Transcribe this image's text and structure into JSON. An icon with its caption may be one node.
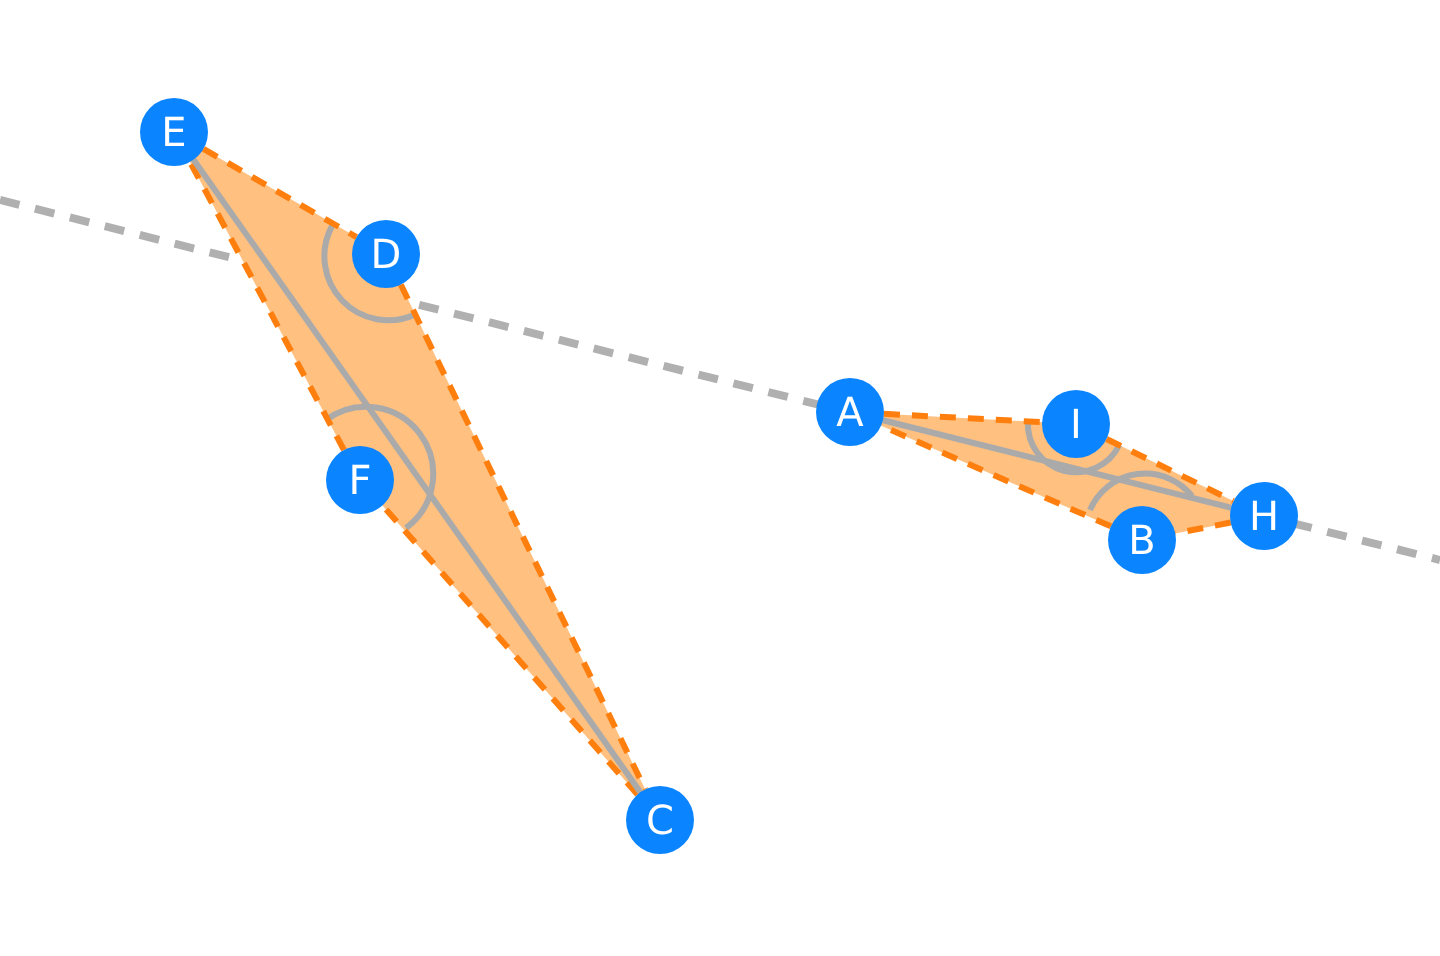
{
  "diagram": {
    "nodes": [
      {
        "text": [
          "E"
        ]
      },
      {
        "text": [
          "D"
        ]
      },
      {
        "text": [
          "A"
        ]
      },
      {
        "text": [
          "I"
        ]
      },
      {
        "text": [
          "F"
        ]
      },
      {
        "text": [
          "B"
        ]
      },
      {
        "text": [
          "H"
        ]
      },
      {
        "text": [
          "C"
        ]
      }
    ],
    "edges": [
      {
        "from": 0,
        "to": 1,
        "arrow": "none",
        "style": "dashed"
      },
      {
        "from": 1,
        "to": 7,
        "arrow": "none",
        "style": "dashed"
      },
      {
        "from": 7,
        "to": 4,
        "arrow": "none",
        "style": "dashed"
      },
      {
        "from": 4,
        "to": 0,
        "arrow": "none",
        "style": "dashed"
      },
      {
        "from": 0,
        "to": 7,
        "arrow": "none",
        "color": "#aaaaaa"
      },
      {
        "from": 2,
        "to": 3,
        "arrow": "none",
        "style": "dashed"
      },
      {
        "from": 3,
        "to": 6,
        "arrow": "none",
        "style": "dashed"
      },
      {
        "from": 6,
        "to": 5,
        "arrow": "none",
        "style": "dashed"
      },
      {
        "from": 5,
        "to": 2,
        "arrow": "none",
        "style": "dashed"
      },
      {
        "from": 2,
        "to": 6,
        "arrow": "none",
        "color": "#aaaaaa"
      }
    ]
  }
}
